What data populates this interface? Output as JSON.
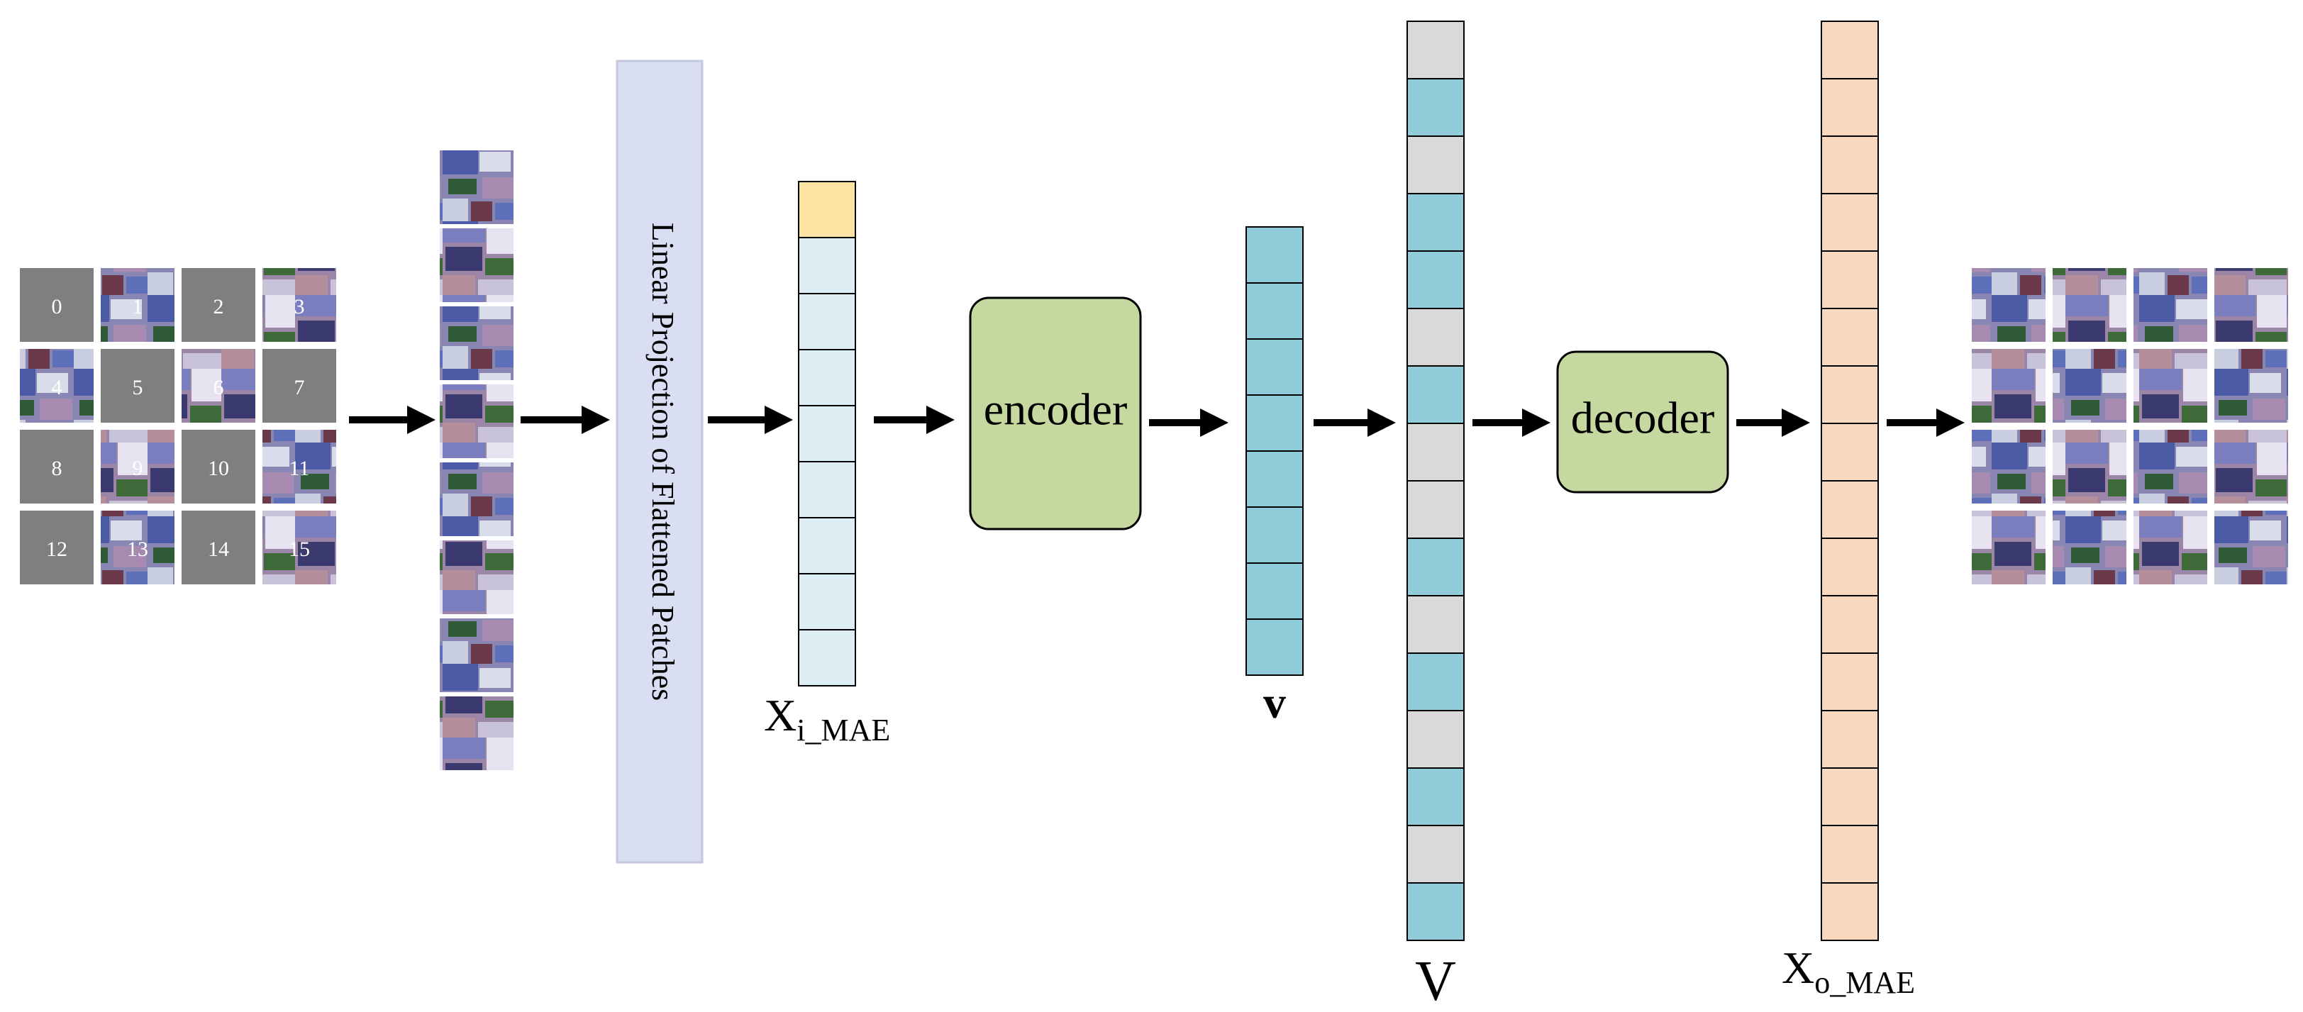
{
  "grid_labels": [
    "0",
    "1",
    "2",
    "3",
    "4",
    "5",
    "6",
    "7",
    "8",
    "9",
    "10",
    "11",
    "12",
    "13",
    "14",
    "15"
  ],
  "masked_indices": [
    0,
    2,
    5,
    7,
    8,
    10,
    12,
    14
  ],
  "linear_projection_label": "Linear Projection of Flattened Patches",
  "encoder_label": "encoder",
  "decoder_label": "decoder",
  "x_in_label": {
    "base": "X",
    "sub": "i_MAE"
  },
  "v_small_label": "v",
  "v_big_label": "V",
  "x_out_label": {
    "base": "X",
    "sub": "o_MAE"
  },
  "v_big_pattern": [
    "gray",
    "blue",
    "gray",
    "blue",
    "blue",
    "gray",
    "blue",
    "gray",
    "gray",
    "blue",
    "gray",
    "blue",
    "gray",
    "blue",
    "gray",
    "blue"
  ],
  "colors": {
    "mask_gray": "#7f7f7f",
    "proj_fill": "#d9def2",
    "proj_stroke": "#c3c8dc",
    "token_light": "#dcedf4",
    "token_yellow": "#fde3a3",
    "token_blue": "#91ccdb",
    "token_gray": "#d9d9d9",
    "token_orange": "#f9d8bd",
    "box_green": "#c5d8a0",
    "arrow": "#000000"
  }
}
